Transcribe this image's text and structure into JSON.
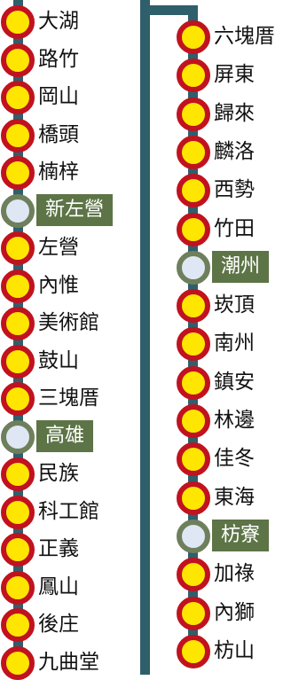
{
  "left_column": {
    "stations": [
      {
        "name": "大湖",
        "type": "regular"
      },
      {
        "name": "路竹",
        "type": "regular"
      },
      {
        "name": "岡山",
        "type": "regular"
      },
      {
        "name": "橋頭",
        "type": "regular"
      },
      {
        "name": "楠梓",
        "type": "regular"
      },
      {
        "name": "新左營",
        "type": "major"
      },
      {
        "name": "左營",
        "type": "regular"
      },
      {
        "name": "內惟",
        "type": "regular"
      },
      {
        "name": "美術館",
        "type": "regular"
      },
      {
        "name": "鼓山",
        "type": "regular"
      },
      {
        "name": "三塊厝",
        "type": "regular"
      },
      {
        "name": "高雄",
        "type": "major"
      },
      {
        "name": "民族",
        "type": "regular"
      },
      {
        "name": "科工館",
        "type": "regular"
      },
      {
        "name": "正義",
        "type": "regular"
      },
      {
        "name": "鳳山",
        "type": "regular"
      },
      {
        "name": "後庄",
        "type": "regular"
      },
      {
        "name": "九曲堂",
        "type": "regular"
      }
    ]
  },
  "right_column": {
    "stations": [
      {
        "name": "六塊厝",
        "type": "regular"
      },
      {
        "name": "屏東",
        "type": "regular"
      },
      {
        "name": "歸來",
        "type": "regular"
      },
      {
        "name": "麟洛",
        "type": "regular"
      },
      {
        "name": "西勢",
        "type": "regular"
      },
      {
        "name": "竹田",
        "type": "regular"
      },
      {
        "name": "潮州",
        "type": "major"
      },
      {
        "name": "崁頂",
        "type": "regular"
      },
      {
        "name": "南州",
        "type": "regular"
      },
      {
        "name": "鎮安",
        "type": "regular"
      },
      {
        "name": "林邊",
        "type": "regular"
      },
      {
        "name": "佳冬",
        "type": "regular"
      },
      {
        "name": "東海",
        "type": "regular"
      },
      {
        "name": "枋寮",
        "type": "major"
      },
      {
        "name": "加祿",
        "type": "regular"
      },
      {
        "name": "內獅",
        "type": "regular"
      },
      {
        "name": "枋山",
        "type": "regular"
      }
    ]
  },
  "colors": {
    "line": "#2f5f6b",
    "regular_dot_fill": "#ffe600",
    "regular_dot_border": "#c1121f",
    "major_dot_fill": "#dfe7f5",
    "major_dot_border": "#6e7f5c",
    "major_label_bg": "#5d7447"
  }
}
